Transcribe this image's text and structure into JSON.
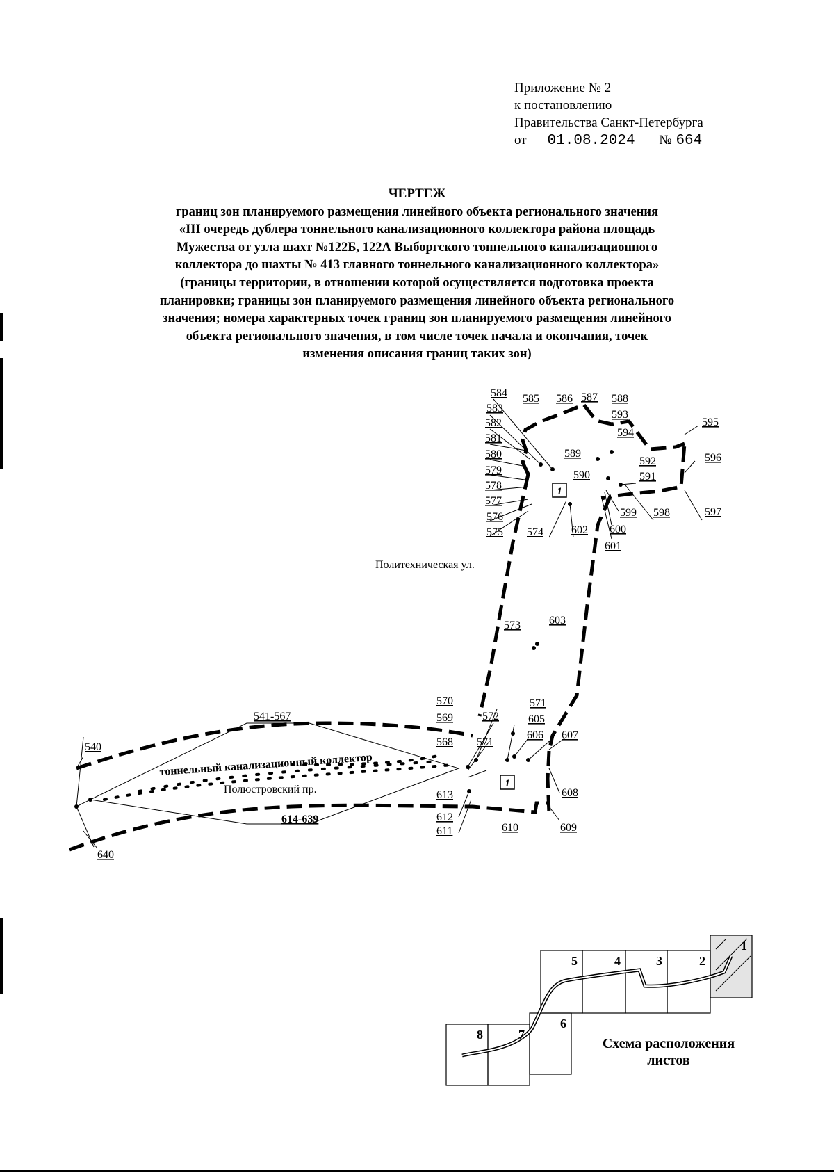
{
  "appendix": {
    "line1": "Приложение № 2",
    "line2": "к постановлению",
    "line3": "Правительства Санкт-Петербурга",
    "date_prefix": "от",
    "date": "01.08.2024",
    "number_prefix": "№",
    "number": "664"
  },
  "title": {
    "heading": "ЧЕРТЕЖ",
    "lines": [
      "границ зон планируемого размещения линейного объекта регионального значения",
      "«III очередь дублера тоннельного канализационного коллектора района площадь",
      "Мужества от узла шахт №122Б, 122А Выборгского тоннельного канализационного",
      "коллектора до шахты № 413 главного тоннельного канализационного коллектора»",
      "(границы территории, в отношении которой осуществляется подготовка проекта",
      "планировки; границы зон планируемого размещения линейного объекта регионального",
      "значения; номера характерных точек границ зон планируемого размещения линейного",
      "объекта регионального значения, в том числе точек начала и окончания, точек",
      "изменения описания границ таких зон)"
    ]
  },
  "drawing": {
    "street_label": "Политехническая ул.",
    "avenue_label": "Полюстровский пр.",
    "collector_label": "тоннельный канализационный коллектор",
    "zone_number": "1",
    "point_labels": {
      "584": "584",
      "583": "583",
      "582": "582",
      "581": "581",
      "580": "580",
      "579": "579",
      "578": "578",
      "577": "577",
      "576": "576",
      "575": "575",
      "585": "585",
      "586": "586",
      "587": "587",
      "588": "588",
      "593": "593",
      "594": "594",
      "595": "595",
      "596": "596",
      "597": "597",
      "598": "598",
      "599": "599",
      "600": "600",
      "601": "601",
      "602": "602",
      "574": "574",
      "589": "589",
      "590": "590",
      "591": "591",
      "592": "592",
      "573": "573",
      "603": "603",
      "570": "570",
      "569": "569",
      "568": "568",
      "572": "572",
      "571a": "571",
      "571b": "571",
      "605": "605",
      "606": "606",
      "607": "607",
      "608": "608",
      "609": "609",
      "610": "610",
      "611": "611",
      "612": "612",
      "613": "613",
      "540": "540",
      "640": "640",
      "541-567": "541-567",
      "614-639": "614-639"
    }
  },
  "sheet_scheme": {
    "title_line1": "Схема расположения",
    "title_line2": "листов",
    "sheets": [
      "1",
      "2",
      "3",
      "4",
      "5",
      "6",
      "7",
      "8"
    ]
  }
}
